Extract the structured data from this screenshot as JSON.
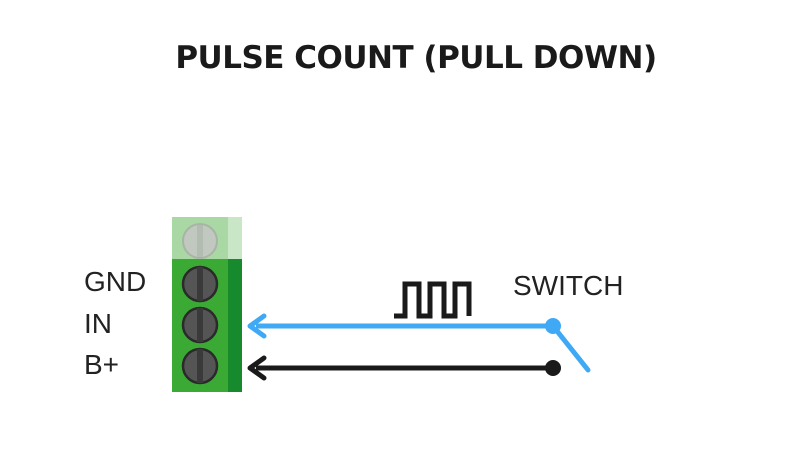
{
  "title": "PULSE COUNT (PULL DOWN)",
  "terminal": {
    "labels": [
      "GND",
      "IN",
      "B+"
    ]
  },
  "switch": {
    "label": "SWITCH"
  },
  "colors": {
    "terminal_green": "#3aaa35",
    "terminal_dark_green": "#168a2c",
    "terminal_faded_green": "#a9d8a5",
    "screw_gray": "#555555",
    "signal_wire": "#3fa9f5",
    "power_wire": "#1a1a1a",
    "text": "#222222"
  },
  "icons": [
    "pulse-waveform-icon",
    "arrow-left-icon",
    "screw-icon"
  ]
}
